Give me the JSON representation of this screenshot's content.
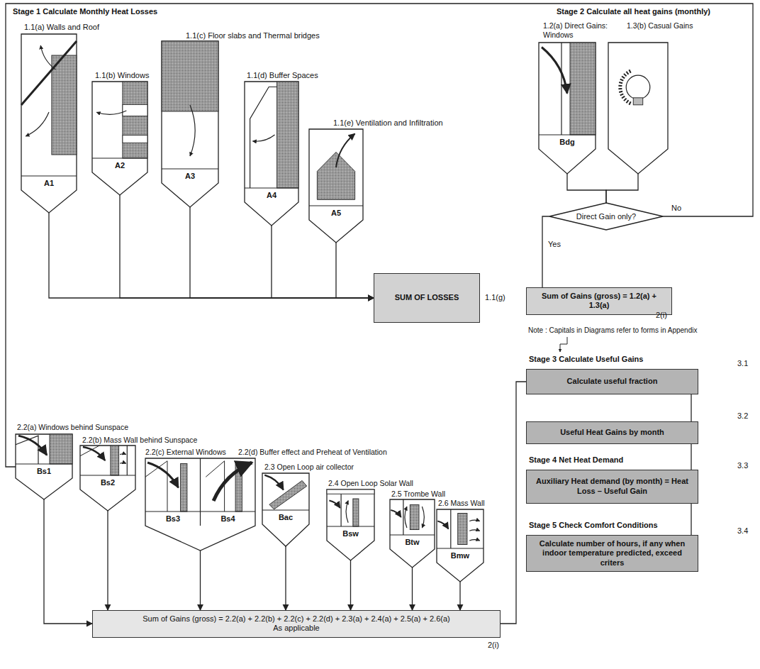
{
  "diagram": {
    "nodes": [
      {
        "text": [
          "1.1(a) Walls and Roof",
          "A1"
        ]
      },
      {
        "text": [
          "1.1(b) Windows",
          "A2"
        ]
      },
      {
        "text": [
          "1.1(c) Floor slabs and Thermal bridges",
          "A3"
        ]
      },
      {
        "text": [
          "1.1(d) Buffer Spaces",
          "A4"
        ]
      },
      {
        "text": [
          "1.1(e) Ventilation and Infiltration",
          "A5"
        ]
      },
      {
        "text": [
          "SUM OF LOSSES"
        ]
      },
      {
        "text": [
          "1.2(a) Direct Gains: Windows",
          "Bdg"
        ]
      },
      {
        "text": [
          "1.3(b) Casual Gains"
        ]
      },
      {
        "text": [
          "Direct Gain only?"
        ]
      },
      {
        "text": [
          "Sum of Gains (gross) = 1.2(a) + 1.3(a)"
        ]
      },
      {
        "text": [
          "2.2(a) Windows behind Sunspace",
          "Bs1"
        ]
      },
      {
        "text": [
          "2.2(b) Mass Wall behind Sunspace",
          "Bs2"
        ]
      },
      {
        "text": [
          "2.2(c) External Windows",
          "2.2(d) Buffer effect and Preheat of Ventilation",
          "Bs3",
          "Bs4"
        ]
      },
      {
        "text": [
          "2.3 Open Loop air collector",
          "Bac"
        ]
      },
      {
        "text": [
          "2.4 Open Loop Solar Wall",
          "Bsw"
        ]
      },
      {
        "text": [
          "2.5 Trombe Wall",
          "Btw"
        ]
      },
      {
        "text": [
          "2.6 Mass Wall",
          "Bmw"
        ]
      },
      {
        "text": [
          "Sum of Gains (gross) = 2.2(a) + 2.2(b) + 2.2(c) + 2.2(d) + 2.3(a) + 2.4(a) + 2.5(a) + 2.6(a)",
          "As applicable"
        ]
      },
      {
        "text": [
          "Calculate useful fraction"
        ]
      },
      {
        "text": [
          "Useful Heat Gains by month"
        ]
      },
      {
        "text": [
          "Auxiliary Heat demand (by month) = Heat Loss – Useful Gain"
        ]
      },
      {
        "text": [
          "Calculate number of hours, if any when indoor temperature predicted, exceed criters"
        ]
      }
    ],
    "edges": [
      {
        "from": 0,
        "to": 5,
        "arrow": "to"
      },
      {
        "from": 1,
        "to": 5,
        "arrow": "to"
      },
      {
        "from": 2,
        "to": 5,
        "arrow": "to"
      },
      {
        "from": 3,
        "to": 5,
        "arrow": "to"
      },
      {
        "from": 4,
        "to": 5,
        "arrow": "to"
      },
      {
        "from": 6,
        "to": 8,
        "arrow": "none"
      },
      {
        "from": 7,
        "to": 8,
        "arrow": "none"
      },
      {
        "from": 8,
        "to": 9,
        "label": "Yes",
        "arrow": "none"
      },
      {
        "from": 8,
        "to": 10,
        "label": "No",
        "arrow": "none"
      },
      {
        "from": 10,
        "to": 17,
        "arrow": "to"
      },
      {
        "from": 11,
        "to": 17,
        "arrow": "to"
      },
      {
        "from": 12,
        "to": 17,
        "arrow": "to"
      },
      {
        "from": 13,
        "to": 17,
        "arrow": "to"
      },
      {
        "from": 14,
        "to": 17,
        "arrow": "to"
      },
      {
        "from": 15,
        "to": 17,
        "arrow": "to"
      },
      {
        "from": 16,
        "to": 17,
        "arrow": "to"
      },
      {
        "from": 17,
        "to": 18,
        "arrow": "none"
      },
      {
        "from": 18,
        "to": 19,
        "arrow": "none"
      },
      {
        "from": 19,
        "to": 20,
        "arrow": "none"
      },
      {
        "from": 20,
        "to": 21,
        "arrow": "none"
      }
    ],
    "labels": [
      "Stage 1 Calculate Monthly Heat Losses",
      "1.1(g)",
      "Stage 2 Calculate all heat gains (monthly)",
      "2(i)",
      "Note : Capitals in Diagrams refer to forms in Appendix",
      "Stage 3 Calculate Useful Gains",
      "3.1",
      "3.2",
      "Stage 4 Net Heat Demand",
      "3.3",
      "Stage 5 Check Comfort Conditions",
      "3.4",
      "2(i)"
    ]
  }
}
